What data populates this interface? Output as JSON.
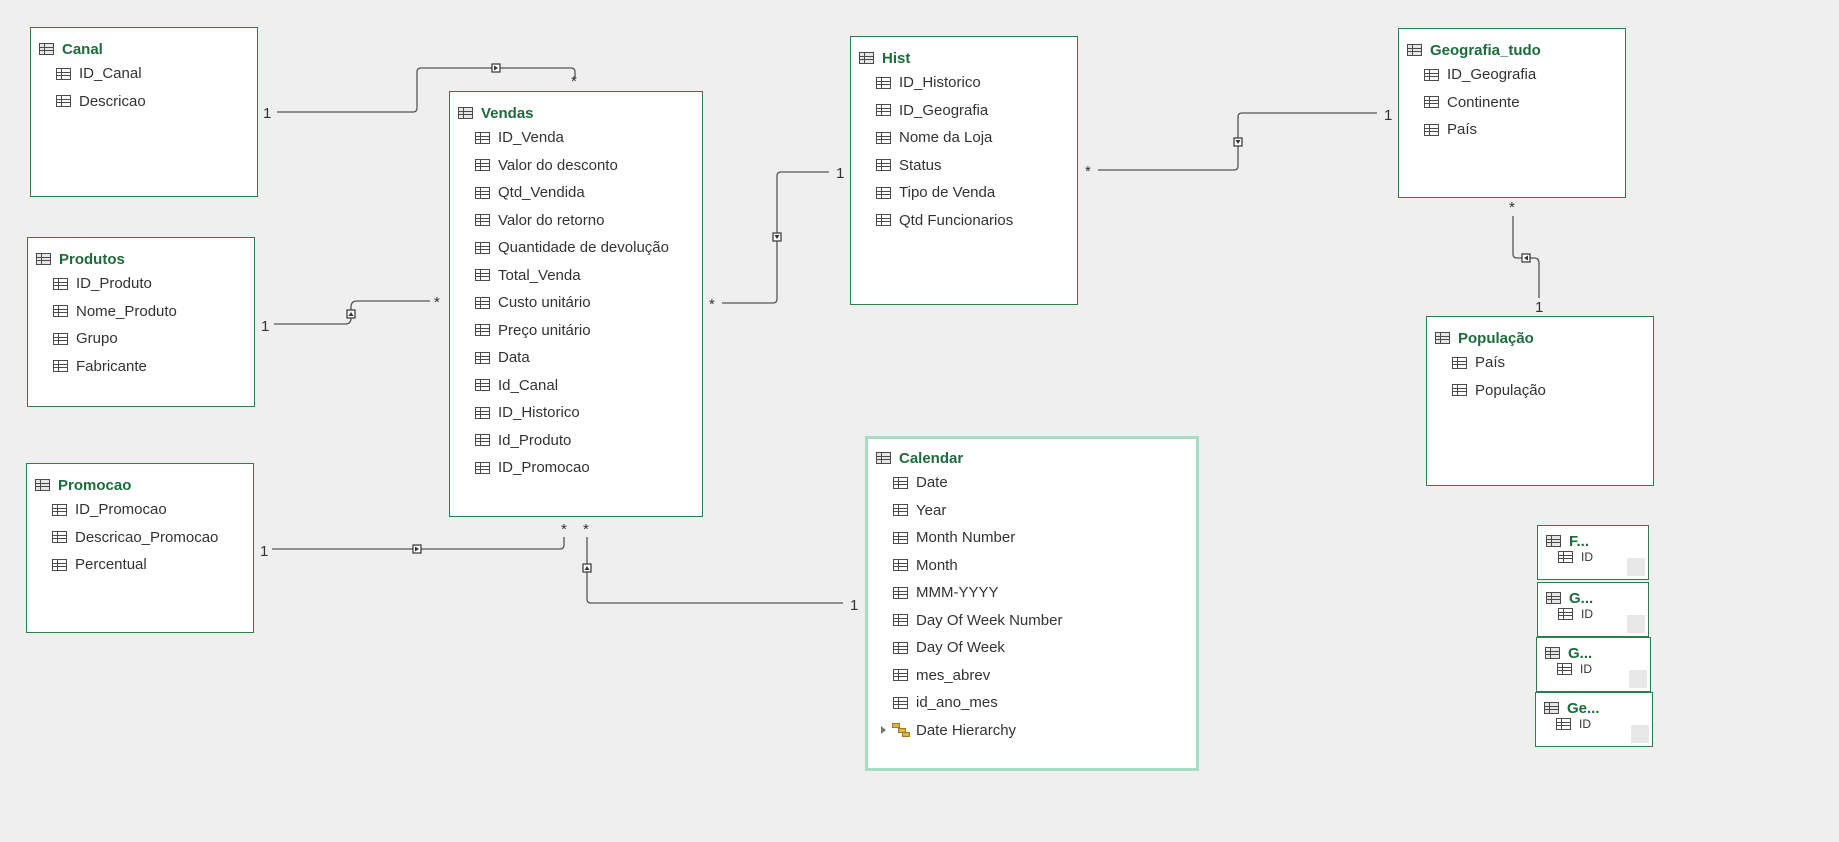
{
  "tables": [
    {
      "id": "canal",
      "name": "Canal",
      "fields": [
        "ID_Canal",
        "Descricao"
      ]
    },
    {
      "id": "produtos",
      "name": "Produtos",
      "fields": [
        "ID_Produto",
        "Nome_Produto",
        "Grupo",
        "Fabricante"
      ]
    },
    {
      "id": "promocao",
      "name": "Promocao",
      "fields": [
        "ID_Promocao",
        "Descricao_Promocao",
        "Percentual"
      ]
    },
    {
      "id": "vendas",
      "name": "Vendas",
      "fields": [
        "ID_Venda",
        "Valor do desconto",
        "Qtd_Vendida",
        "Valor do retorno",
        "Quantidade de devolução",
        "Total_Venda",
        "Custo unitário",
        "Preço unitário",
        "Data",
        "Id_Canal",
        "ID_Historico",
        "Id_Produto",
        "ID_Promocao"
      ]
    },
    {
      "id": "hist",
      "name": "Hist",
      "fields": [
        "ID_Historico",
        "ID_Geografia",
        "Nome da Loja",
        "Status",
        "Tipo de Venda",
        "Qtd Funcionarios"
      ]
    },
    {
      "id": "calendar",
      "name": "Calendar",
      "fields": [
        "Date",
        "Year",
        "Month Number",
        "Month",
        "MMM-YYYY",
        "Day Of Week Number",
        "Day Of Week",
        "mes_abrev",
        "id_ano_mes"
      ],
      "hierarchy": "Date Hierarchy"
    },
    {
      "id": "geografia_tudo",
      "name": "Geografia_tudo",
      "fields": [
        "ID_Geografia",
        "Continente",
        "País"
      ]
    },
    {
      "id": "populacao",
      "name": "População",
      "fields": [
        "País",
        "População"
      ]
    }
  ],
  "collapsed_tables": [
    {
      "id": "mini1",
      "name": "F...",
      "field": "ID"
    },
    {
      "id": "mini2",
      "name": "G...",
      "field": "ID"
    },
    {
      "id": "mini3",
      "name": "G...",
      "field": "ID"
    },
    {
      "id": "mini4",
      "name": "Ge...",
      "field": "ID"
    }
  ],
  "relationships": [
    {
      "from_table": "Canal",
      "from_card": "1",
      "to_table": "Vendas",
      "to_card": "*"
    },
    {
      "from_table": "Produtos",
      "from_card": "1",
      "to_table": "Vendas",
      "to_card": "*"
    },
    {
      "from_table": "Promocao",
      "from_card": "1",
      "to_table": "Vendas",
      "to_card": "*"
    },
    {
      "from_table": "Calendar",
      "from_card": "1",
      "to_table": "Vendas",
      "to_card": "*"
    },
    {
      "from_table": "Hist",
      "from_card": "1",
      "to_table": "Vendas",
      "to_card": "*"
    },
    {
      "from_table": "Geografia_tudo",
      "from_card": "1",
      "to_table": "Hist",
      "to_card": "*"
    },
    {
      "from_table": "População",
      "from_card": "1",
      "to_table": "Geografia_tudo",
      "to_card": "*"
    }
  ],
  "colors": {
    "header_text": "#1e6b3c",
    "border": "#2e7d4f",
    "selected_border": "#a8dcc1",
    "background": "#efefef"
  }
}
